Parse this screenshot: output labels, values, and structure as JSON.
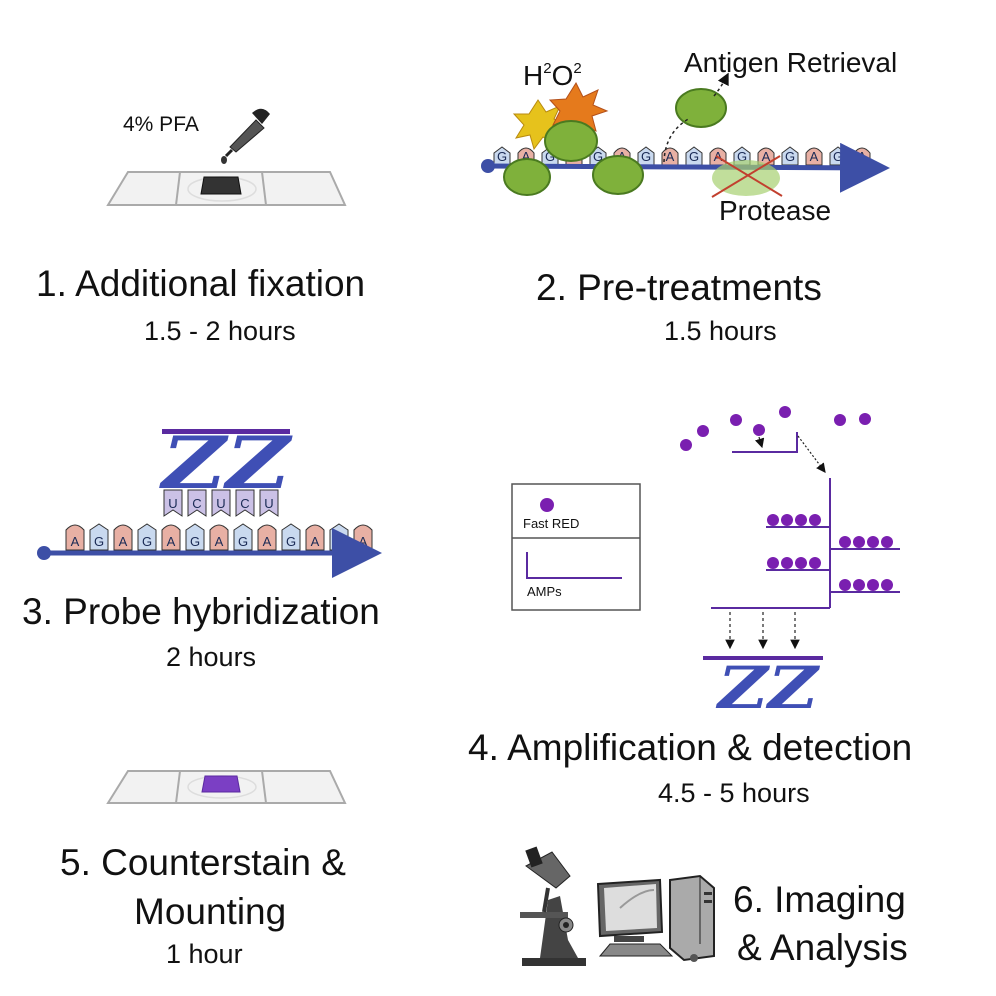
{
  "steps": [
    {
      "title": "1. Additional fixation",
      "duration": "1.5 - 2 hours"
    },
    {
      "title": "2. Pre-treatments",
      "duration": "1.5 hours"
    },
    {
      "title": "3. Probe hybridization",
      "duration": "2 hours"
    },
    {
      "title": "4. Amplification & detection",
      "duration": "4.5 - 5 hours"
    },
    {
      "title_line1": "5. Counterstain &",
      "title_line2": "Mounting",
      "duration": "1 hour"
    },
    {
      "title_line1": "6. Imaging",
      "title_line2": "& Analysis"
    }
  ],
  "fixative_label": "4% PFA",
  "pretreat": {
    "h2o2_H": "H",
    "h2o2_sup1": "2",
    "h2o2_O": "O",
    "h2o2_sup2": "2",
    "antigen_retrieval": "Antigen Retrieval",
    "protease": "Protease",
    "strand_bases": "GAGAGAGAGAGAGAGA"
  },
  "probe": {
    "zz": "ZZ",
    "probe_bases": "UCUCU",
    "target_bases": "AGAGAGAGAGAGA"
  },
  "legend": {
    "fast_red": "Fast RED",
    "amps": "AMPs"
  },
  "colors": {
    "strand": "#3d4fa6",
    "zz": "#3f4fb5",
    "bead": "#7a1fb0",
    "blob": "#7fb13b",
    "base_pink": "#e8b0a4",
    "base_blue": "#c9d9ef",
    "probe_base": "#cbc1e6",
    "stain": "#7b3fc4"
  }
}
